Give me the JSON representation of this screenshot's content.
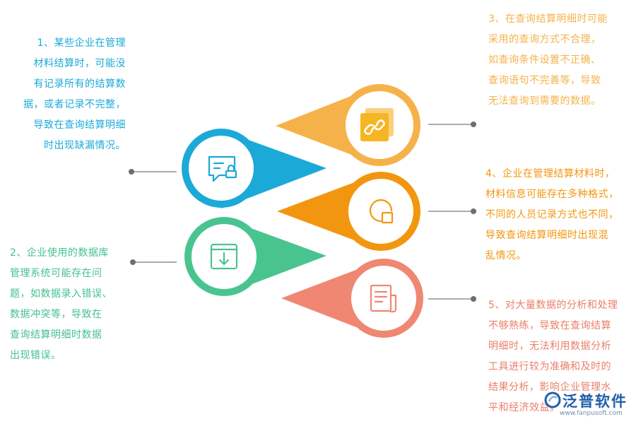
{
  "items": [
    {
      "id": 1,
      "text": "1、某些企业在管理\n材料结算时，可能没\n有记录所有的结算数\n据，或者记录不完整，\n导致在查询结算明细\n时出现缺漏情况。",
      "color": "#1ba9d8",
      "icon": "chat-lock-icon"
    },
    {
      "id": 2,
      "text": "2、企业使用的数据库\n管理系统可能存在问\n题，如数据录入错误、\n数据冲突等，导致在\n查询结算明细时数据\n出现错误。",
      "color": "#45c08f",
      "icon": "download-box-icon"
    },
    {
      "id": 3,
      "text": "3、在查询结算明细时可能\n采用的查询方式不合理，\n如查询条件设置不正确、\n查询语句不完善等，导致\n无法查询到需要的数据。",
      "color": "#f6b24a",
      "icon": "link-icon"
    },
    {
      "id": 4,
      "text": "4、企业在管理结算材料时，\n材料信息可能存在多种格式，\n不同的人员记录方式也不同，\n导致查询结算明细时出现混\n乱情况。",
      "color": "#f3960f",
      "icon": "chart-pie-icon"
    },
    {
      "id": 5,
      "text": "5、对大量数据的分析和处理\n不够熟练，导致在查询结算\n明细时，无法利用数据分析\n工具进行较为准确和及时的\n结果分析，影响企业管理水\n平和经济效益。",
      "color": "#ea7f69",
      "icon": "document-icon"
    }
  ],
  "logo": {
    "name": "泛普软件",
    "url": "www.fanpusoft.com"
  }
}
